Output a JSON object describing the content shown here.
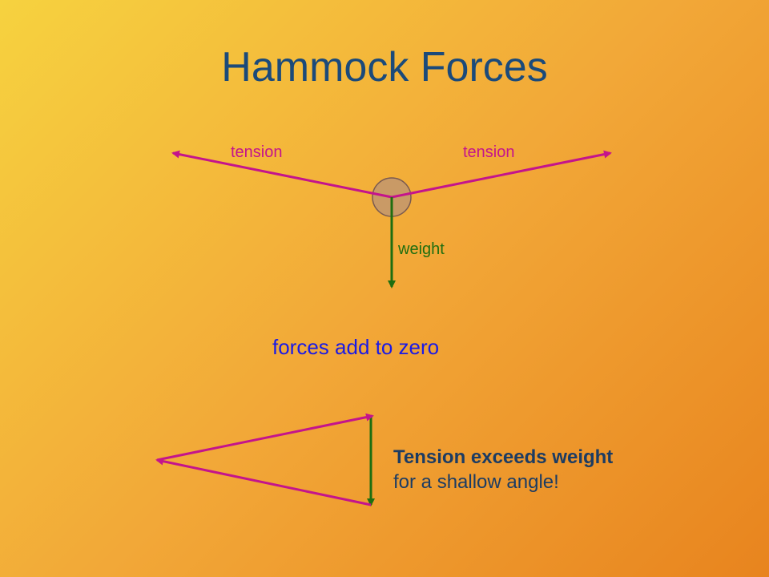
{
  "title": "Hammock Forces",
  "labels": {
    "tension_left": "tension",
    "tension_right": "tension",
    "weight": "weight"
  },
  "caption": "forces add to zero",
  "note": {
    "line1": "Tension exceeds weight",
    "line2": "for a shallow angle!"
  },
  "colors": {
    "tension": "#c4148c",
    "weight": "#1f6e10",
    "title": "#1b4a7a",
    "caption": "#1a1ae6",
    "note": "#1c3c63",
    "mass": "#c99a66"
  }
}
